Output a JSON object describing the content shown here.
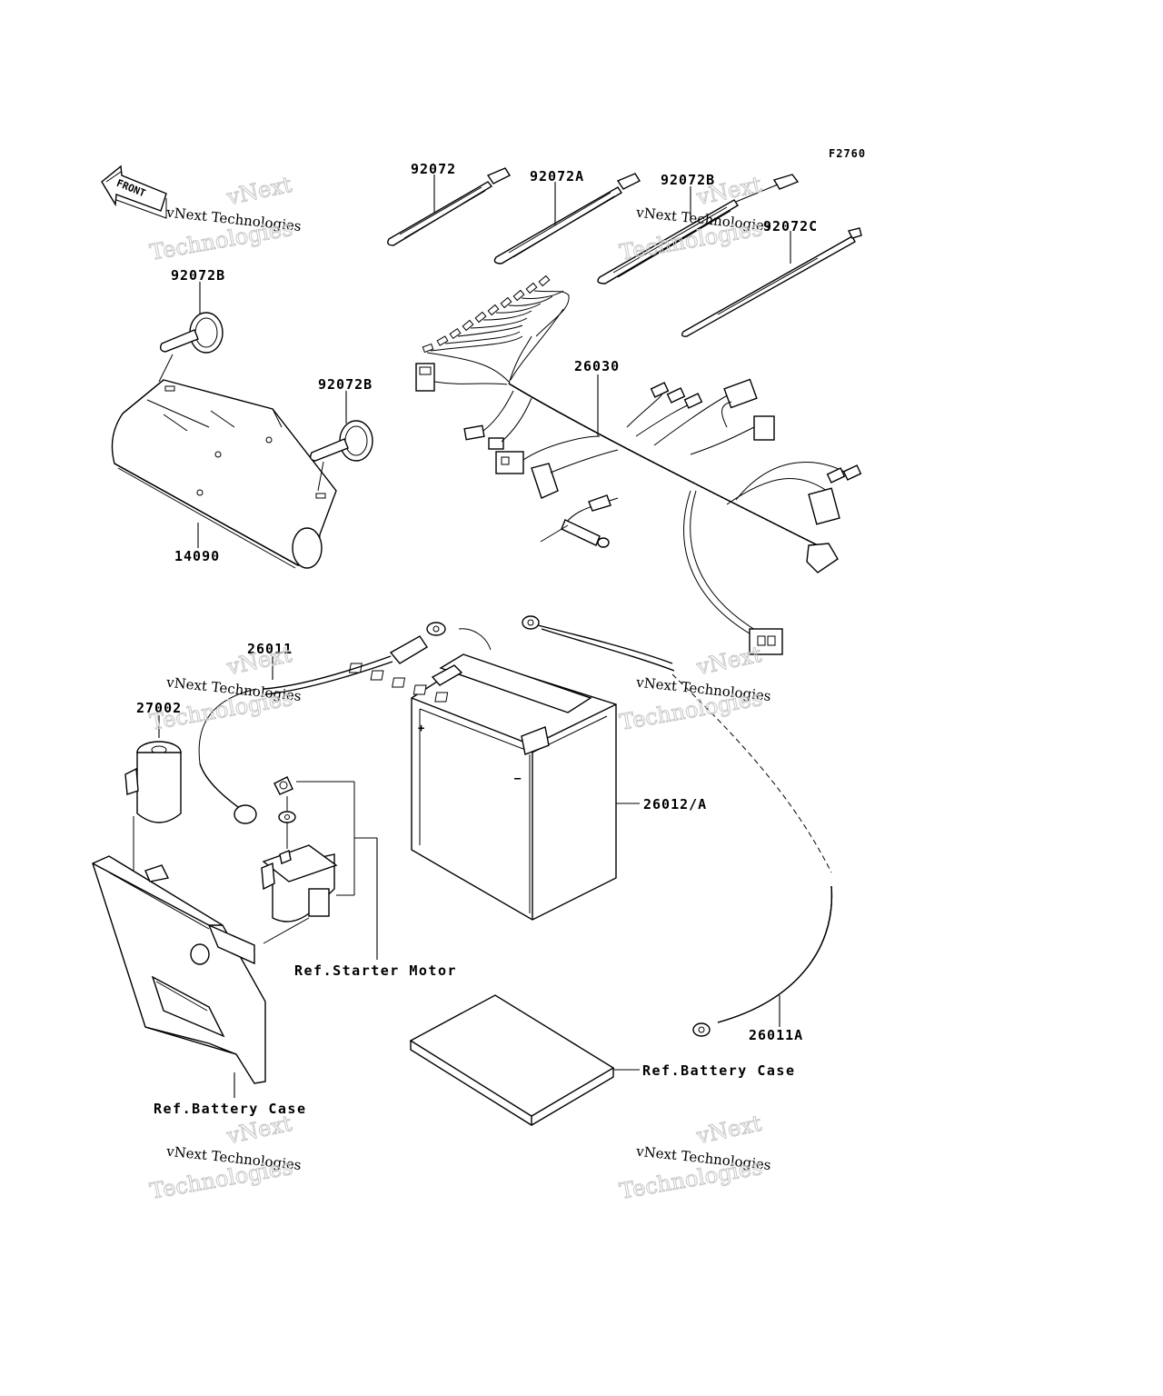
{
  "figure_code": "F2760",
  "front_label": "FRONT",
  "parts": {
    "tie_92072": "92072",
    "tie_92072A": "92072A",
    "tie_92072B_top": "92072B",
    "tie_92072C": "92072C",
    "clamp_92072B_left": "92072B",
    "clamp_92072B_right": "92072B",
    "cover_14090": "14090",
    "harness_26030": "26030",
    "cable_26011": "26011",
    "relay_27002": "27002",
    "battery_26012A": "26012/A",
    "cable_26011A": "26011A"
  },
  "refs": {
    "starter_motor": "Ref.Starter Motor",
    "battery_case_left": "Ref.Battery Case",
    "battery_case_right": "Ref.Battery Case"
  },
  "watermark": {
    "line1": "vNext Technologies",
    "line2": "vNext",
    "line3": "Technologies"
  }
}
